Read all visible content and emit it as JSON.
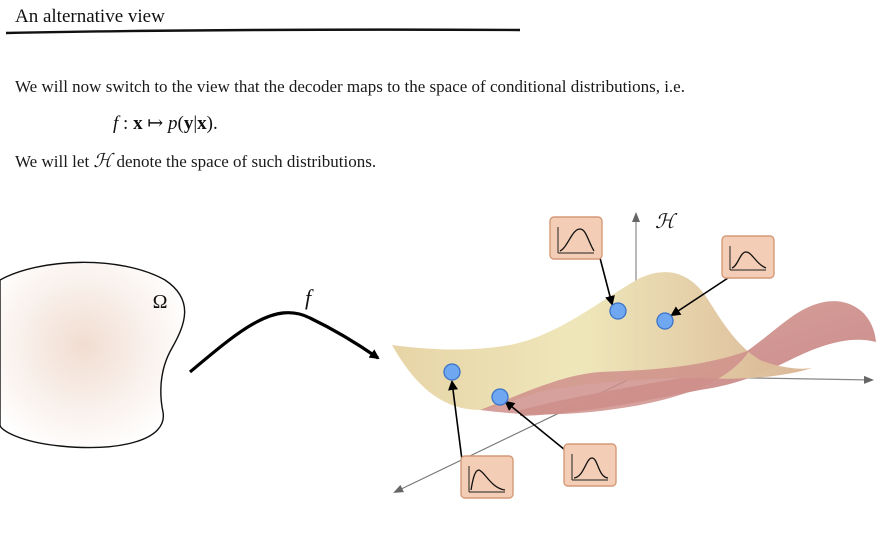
{
  "slide": {
    "title": "An alternative view"
  },
  "paragraph_1": "We will now switch to the view that the decoder maps to the space of conditional distributions, i.e.",
  "equation": {
    "f": "f",
    "colon": " : ",
    "x": "x",
    "mapsto": " ↦ ",
    "p": "p",
    "open": "(",
    "y": "y",
    "bar": "|",
    "x2": "x",
    "close": ").",
    "full": "f : x ↦ p(y|x)."
  },
  "paragraph_2": {
    "before": "We will let ",
    "symbol": "ℋ",
    "after": " denote the space of such distributions."
  },
  "figure": {
    "domain_label": "Ω",
    "map_label": "f",
    "space_label": "ℋ",
    "colors": {
      "domain_fill": "#f3e1d6",
      "surface_front": "#e8dcae",
      "surface_back": "#c98a88",
      "box_fill": "#f3cdb5",
      "box_stroke": "#d49a78",
      "point_fill": "#6fa8f0",
      "point_stroke": "#3a73c8"
    },
    "icons": [
      "distribution-icon-top",
      "distribution-icon-right",
      "distribution-icon-bottom-left",
      "distribution-icon-bottom-center"
    ]
  }
}
